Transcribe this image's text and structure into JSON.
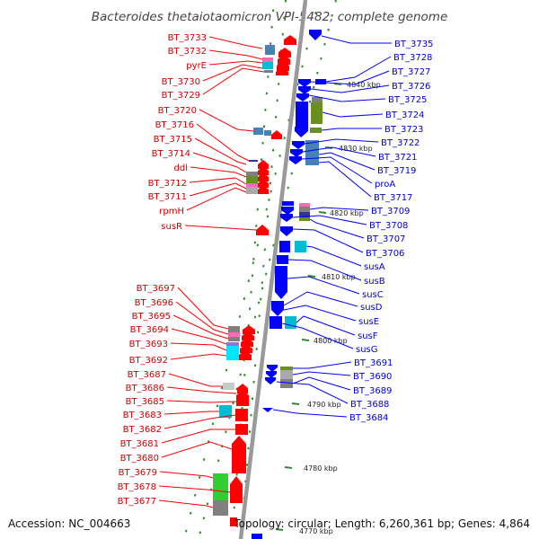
{
  "title": "Bacteroides thetaiotaomicron VPI-5482, complete genome",
  "footer": {
    "accession": "Accession: NC_004663",
    "topology": "Topology: circular; Length: 6,260,361 bp; Genes: 4,864"
  },
  "colors": {
    "reverse_strand": "#ff0000",
    "forward_strand": "#0000ff",
    "backbone": "#999999",
    "tick": "#2e8b2e"
  },
  "scale_labels": [
    "4840 kbp",
    "4830 kbp",
    "4820 kbp",
    "4810 kbp",
    "4800 kbp",
    "4790 kbp",
    "4780 kbp",
    "4770 kbp"
  ],
  "left_labels": [
    "BT_3733",
    "BT_3732",
    "pyrE",
    "BT_3730",
    "BT_3729",
    "BT_3720",
    "BT_3716",
    "BT_3715",
    "BT_3714",
    "ddl",
    "BT_3712",
    "BT_3711",
    "rpmH",
    "susR",
    "BT_3697",
    "BT_3696",
    "BT_3695",
    "BT_3694",
    "BT_3693",
    "BT_3692",
    "BT_3687",
    "BT_3686",
    "BT_3685",
    "BT_3683",
    "BT_3682",
    "BT_3681",
    "BT_3680",
    "BT_3679",
    "BT_3678",
    "BT_3677"
  ],
  "right_labels": [
    "BT_3735",
    "BT_3728",
    "BT_3727",
    "BT_3726",
    "BT_3725",
    "BT_3724",
    "BT_3723",
    "BT_3722",
    "BT_3721",
    "BT_3719",
    "proA",
    "BT_3717",
    "BT_3709",
    "BT_3708",
    "BT_3707",
    "BT_3706",
    "susA",
    "susB",
    "susC",
    "susD",
    "susE",
    "susF",
    "susG",
    "BT_3691",
    "BT_3690",
    "BT_3689",
    "BT_3688",
    "BT_3684"
  ]
}
